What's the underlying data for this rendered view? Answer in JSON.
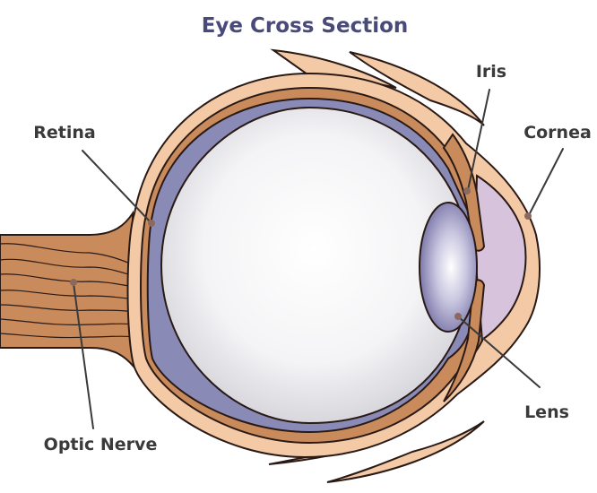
{
  "title": "Eye Cross Section",
  "labels": {
    "iris": "Iris",
    "cornea": "Cornea",
    "retina": "Retina",
    "lens": "Lens",
    "optic_nerve": "Optic Nerve"
  },
  "colors": {
    "title": "#4a4a7a",
    "label_text": "#3a3a3a",
    "leader_line": "#3a3a3a",
    "leader_dot": "#8a6a60",
    "sclera_fill": "#f4c9a5",
    "choroid_fill": "#c98b5c",
    "retina_fill": "#8a8ab6",
    "vitreous_center": "#ffffff",
    "vitreous_edge": "#cfcfd6",
    "cornea_fill": "#d8c3dc",
    "lens_center": "#ffffff",
    "lens_edge": "#6e6aa0",
    "outline": "#2a1a16"
  }
}
